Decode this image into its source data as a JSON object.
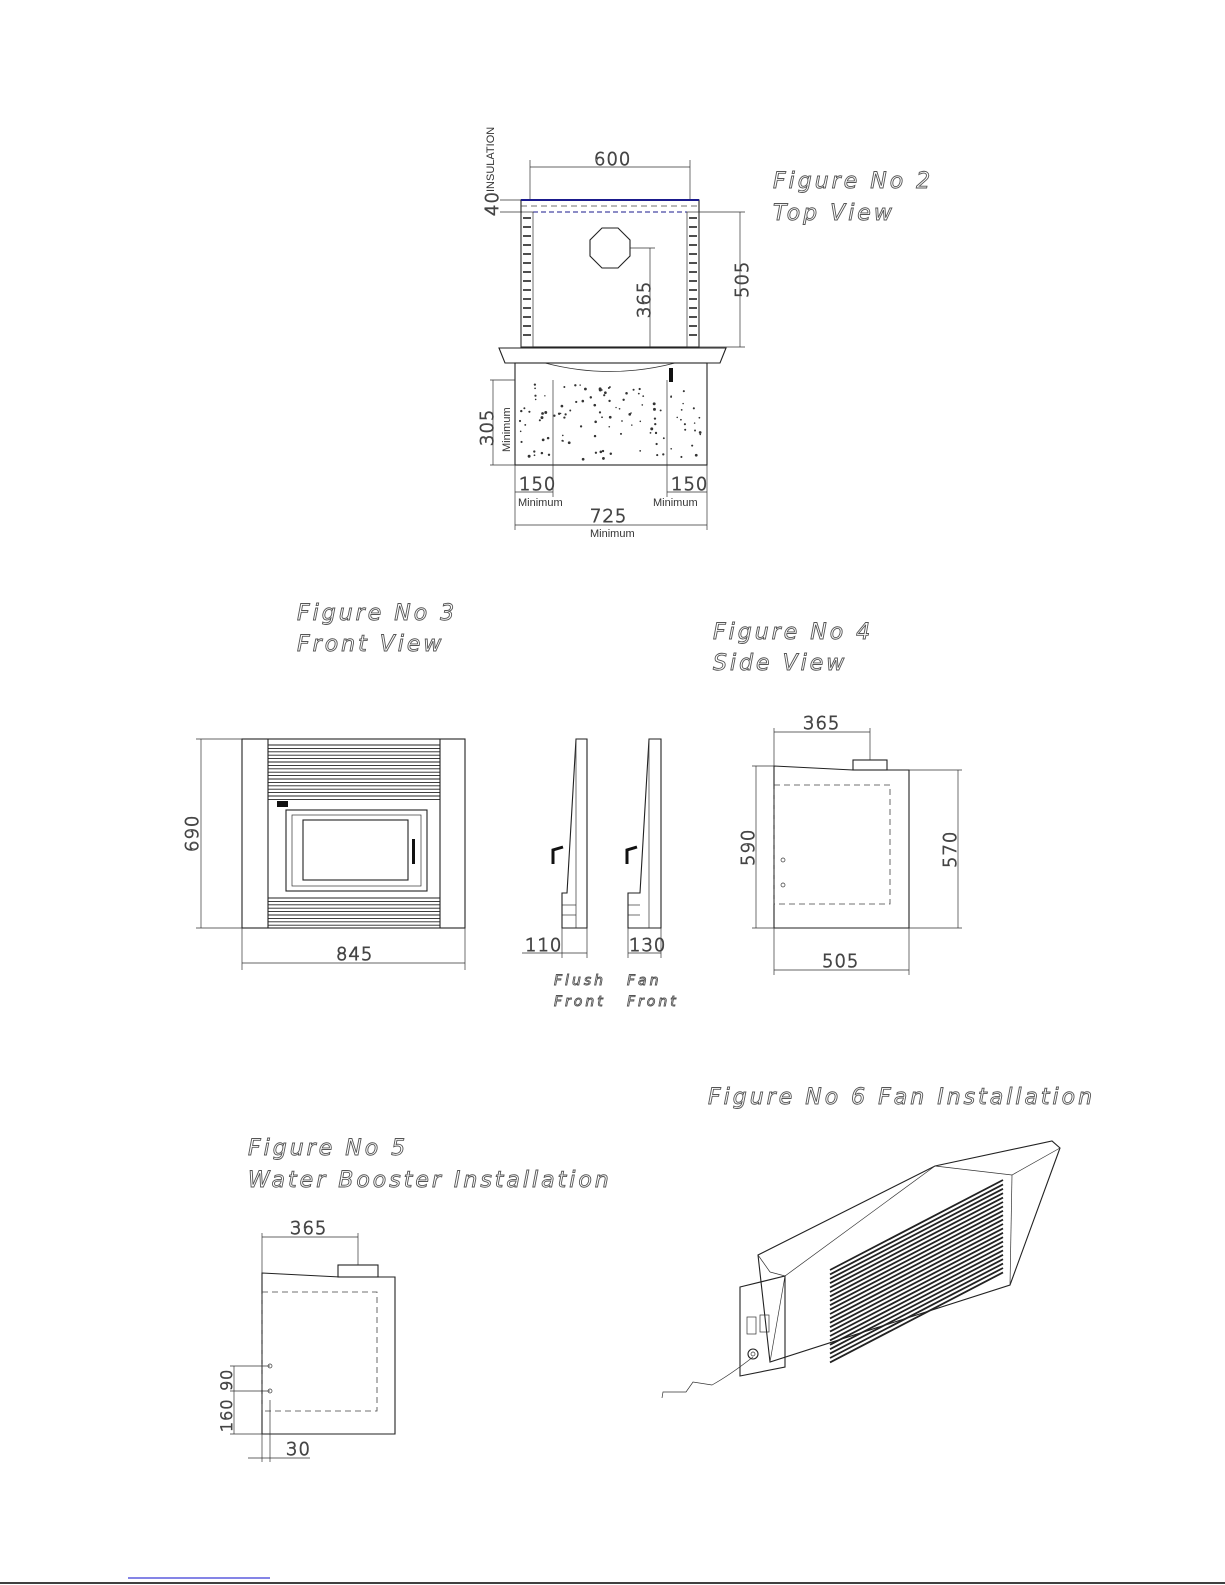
{
  "figures": {
    "fig2": {
      "title": "Figure No 2",
      "subtitle": "Top View"
    },
    "fig3": {
      "title": "Figure No 3",
      "subtitle": "Front View"
    },
    "fig4": {
      "title": "Figure No 4",
      "subtitle": "Side View"
    },
    "fig5": {
      "title": "Figure No 5",
      "subtitle": "Water Booster Installation"
    },
    "fig6": {
      "title": "Figure No 6 Fan Installation"
    }
  },
  "top_view": {
    "width": "600",
    "insulation_dim": "40",
    "insulation_label": "INSULATION",
    "depth": "505",
    "flue_offset": "365",
    "hearth_depth": "305",
    "hearth_depth_note": "Minimum",
    "side_left": "150",
    "side_right": "150",
    "side_note": "Minimum",
    "hearth_width": "725",
    "hearth_width_note": "Minimum"
  },
  "front_view": {
    "height": "690",
    "width": "845",
    "flush_depth": "110",
    "fan_depth": "130",
    "flush_label_1": "Flush",
    "flush_label_2": "Front",
    "fan_label_1": "Fan",
    "fan_label_2": "Front"
  },
  "side_view": {
    "flue_offset": "365",
    "height_front": "590",
    "height_rear": "570",
    "depth": "505"
  },
  "water_booster": {
    "flue_offset": "365",
    "dim_a": "90",
    "dim_b": "160",
    "dim_c": "30"
  }
}
